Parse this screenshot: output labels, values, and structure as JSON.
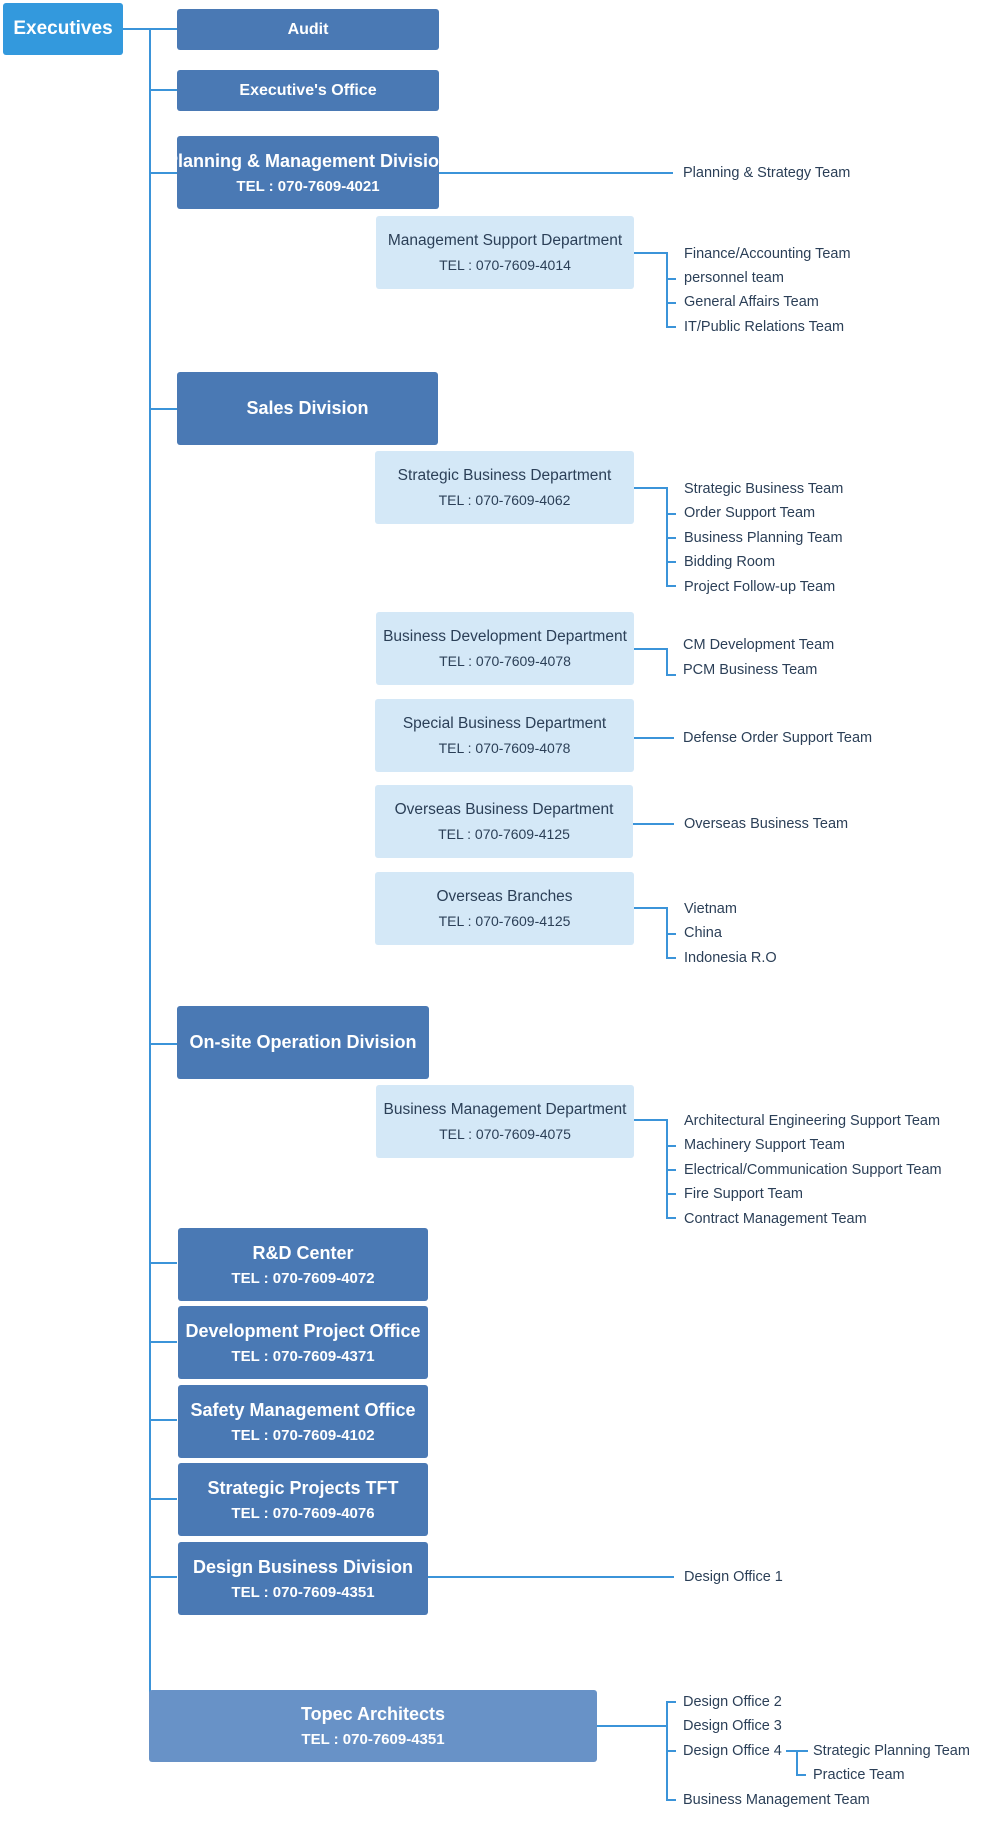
{
  "executives": "Executives",
  "audit": "Audit",
  "executives_office": "Executive's Office",
  "planning_division": {
    "name": "Planning & Management Division",
    "tel": "TEL : 070-7609-4021",
    "team": "Planning & Strategy Team"
  },
  "management_support": {
    "name": "Management Support Department",
    "tel": "TEL : 070-7609-4014",
    "teams": [
      "Finance/Accounting Team",
      "personnel team",
      "General Affairs Team",
      "IT/Public Relations Team"
    ]
  },
  "sales_division": {
    "name": "Sales Division"
  },
  "strategic_business": {
    "name": "Strategic Business Department",
    "tel": "TEL : 070-7609-4062",
    "teams": [
      "Strategic Business Team",
      "Order Support Team",
      "Business Planning Team",
      "Bidding Room",
      "Project Follow-up Team"
    ]
  },
  "business_development": {
    "name": "Business Development Department",
    "tel": "TEL : 070-7609-4078",
    "teams": [
      "CM Development Team",
      "PCM Business Team"
    ]
  },
  "special_business": {
    "name": "Special Business Department",
    "tel": "TEL : 070-7609-4078",
    "team": "Defense Order Support Team"
  },
  "overseas_business": {
    "name": "Overseas Business Department",
    "tel": "TEL : 070-7609-4125",
    "team": "Overseas Business Team"
  },
  "overseas_branches": {
    "name": "Overseas Branches",
    "tel": "TEL : 070-7609-4125",
    "teams": [
      "Vietnam",
      "China",
      "Indonesia R.O"
    ]
  },
  "onsite_division": {
    "name": "On-site Operation Division"
  },
  "business_management": {
    "name": "Business Management Department",
    "tel": "TEL : 070-7609-4075",
    "teams": [
      "Architectural Engineering Support Team",
      "Machinery Support Team",
      "Electrical/Communication Support Team",
      "Fire Support Team",
      "Contract Management Team"
    ]
  },
  "rd_center": {
    "name": "R&D Center",
    "tel": "TEL : 070-7609-4072"
  },
  "development_project": {
    "name": "Development Project Office",
    "tel": "TEL : 070-7609-4371"
  },
  "safety_management": {
    "name": "Safety Management Office",
    "tel": "TEL : 070-7609-4102"
  },
  "strategic_projects": {
    "name": "Strategic Projects TFT",
    "tel": "TEL : 070-7609-4076"
  },
  "design_business": {
    "name": "Design Business Division",
    "tel": "TEL : 070-7609-4351",
    "team": "Design Office 1"
  },
  "topec": {
    "name": "Topec Architects",
    "tel": "TEL : 070-7609-4351",
    "teams": [
      "Design Office 2",
      "Design Office 3",
      "Design Office 4",
      "Business Management Team"
    ],
    "sub_teams": [
      "Strategic Planning Team",
      "Practice Team"
    ]
  },
  "colors": {
    "executives": "#3399dd",
    "division": "#4a79b4",
    "department": "#d4e8f7",
    "topec": "#6892c7",
    "connector": "#3b94d9",
    "text": "#2b3f57"
  }
}
